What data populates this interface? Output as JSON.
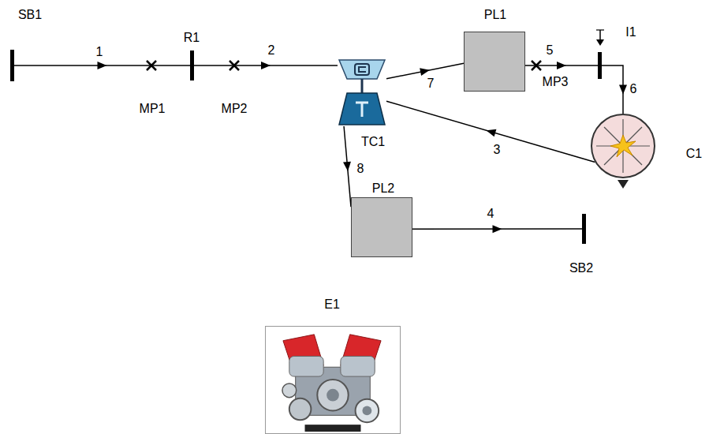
{
  "diagram": {
    "nodes": [
      {
        "text": [
          "SB1"
        ]
      },
      {
        "text": [
          "R1"
        ]
      },
      {
        "text": [
          "TC1"
        ]
      },
      {
        "text": [
          "PL1"
        ]
      },
      {
        "text": [
          "I1"
        ]
      },
      {
        "text": [
          "C1"
        ]
      },
      {
        "text": [
          "PL2"
        ]
      },
      {
        "text": [
          "SB2"
        ]
      },
      {
        "text": [
          "E1"
        ]
      }
    ],
    "edges": [
      {
        "from": 0,
        "to": 1,
        "label": "1",
        "arrow": "to"
      },
      {
        "from": 1,
        "to": 2,
        "label": "2",
        "arrow": "to"
      },
      {
        "from": 2,
        "to": 3,
        "label": "7",
        "arrow": "to"
      },
      {
        "from": 3,
        "to": 4,
        "label": "5",
        "arrow": "to"
      },
      {
        "from": 4,
        "to": 5,
        "label": "6",
        "arrow": "to"
      },
      {
        "from": 5,
        "to": 2,
        "label": "3",
        "arrow": "to"
      },
      {
        "from": 2,
        "to": 6,
        "label": "8",
        "arrow": "to"
      },
      {
        "from": 6,
        "to": 7,
        "label": "4",
        "arrow": "to"
      }
    ],
    "labels": [
      "MP1",
      "MP2",
      "MP3"
    ]
  }
}
